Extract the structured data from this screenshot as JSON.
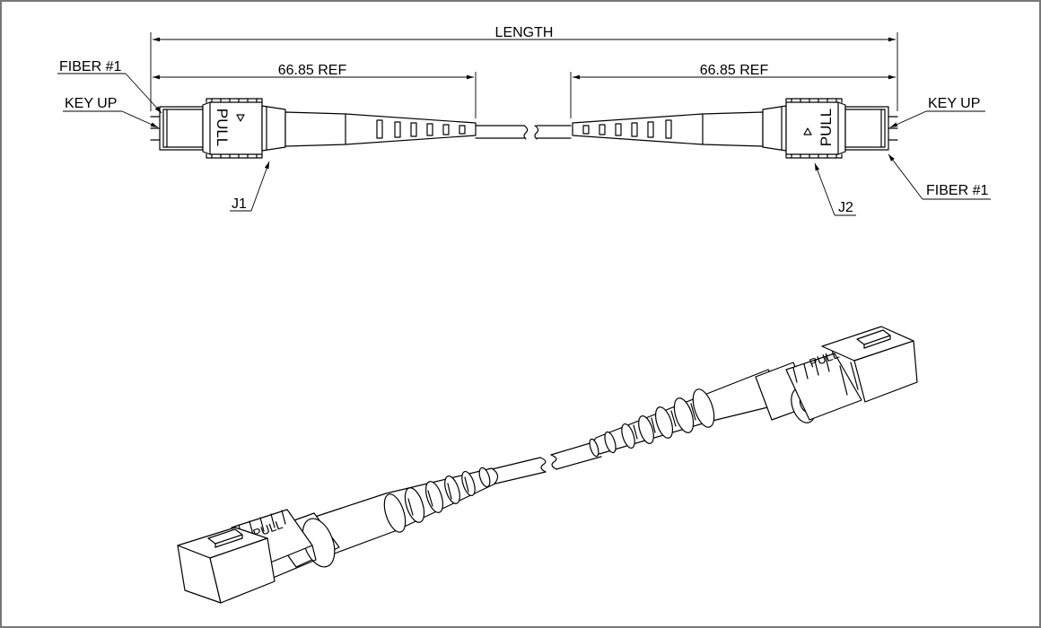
{
  "dimensions": {
    "overall_label": "LENGTH",
    "left_ref_label": "66.85 REF",
    "right_ref_label": "66.85 REF"
  },
  "callouts": {
    "left_fiber": "FIBER #1",
    "left_key": "KEY UP",
    "left_connector": "J1",
    "right_fiber": "FIBER #1",
    "right_key": "KEY UP",
    "right_connector": "J2"
  },
  "connector_text": {
    "pull_label": "PULL"
  },
  "colors": {
    "line": "#000000",
    "frame": "#777777",
    "background": "#ffffff"
  }
}
